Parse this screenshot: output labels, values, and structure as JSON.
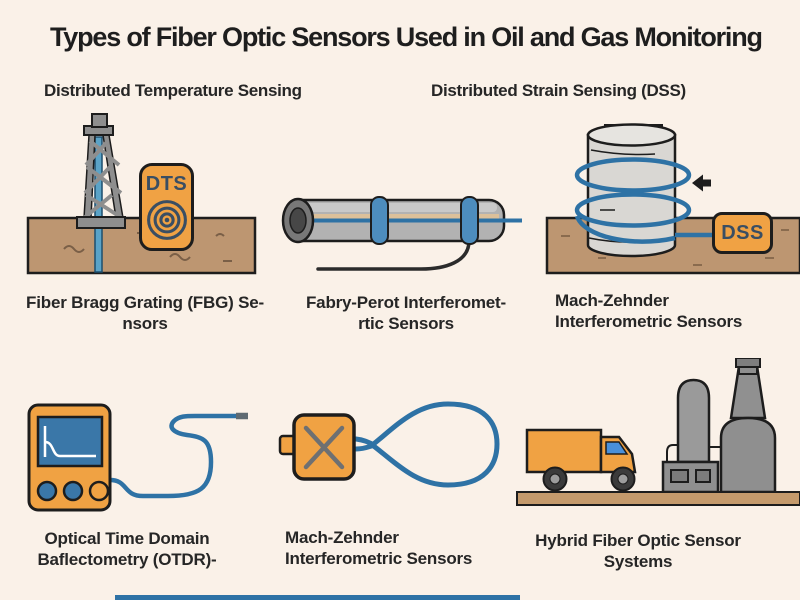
{
  "title": "Types of Fiber Optic Sensors Used in Oil and Gas Monitoring",
  "headings": {
    "dts": "Distributed Temperature Sensing",
    "dss": "Distributed Strain Sensing (DSS)"
  },
  "badges": {
    "dts": "DTS",
    "dss": "DSS"
  },
  "captions": {
    "fbg": {
      "line1": "Fiber Bragg Grating (FBG) Se-",
      "line2": "nsors"
    },
    "fabry_perot": {
      "line1": "Fabry-Perot Interferomet-",
      "line2": "rtic Sensors"
    },
    "mach_zehnder_top": {
      "line1": "Mach-Zehnder",
      "line2": "Interferometric Sensors"
    },
    "otdr": {
      "line1": "Optical Time Domain",
      "line2": "Baflectometry (OTDR)-"
    },
    "mach_zehnder_bottom": {
      "line1": "Mach-Zehnder",
      "line2": "Interferometric Sensors"
    },
    "hybrid": {
      "line1": "Hybrid Fiber Optic Sensor",
      "line2": "Systems"
    }
  },
  "illustrations": {
    "dts_scene": "oil-derrick-with-downhole-fiber",
    "fabry_perot_scene": "fiber-cable-segment-with-clamps",
    "dss_scene": "well-casing-with-fiber-coil",
    "otdr_scene": "otdr-handheld-device-with-fiber-cable",
    "mach_zehnder_scene": "coupler-box-with-fiber-loop",
    "hybrid_scene": "truck-and-refinery"
  },
  "palette": {
    "background": "#FAF1E8",
    "accent_orange": "#F0A244",
    "fiber_blue": "#2E72A5",
    "band_blue": "#4D8DBE",
    "soil_brown": "#BD9671",
    "ground_tan": "#C49A6C",
    "steel_gray": "#8E8E8E",
    "badge_text": "#3A4E63",
    "text_dark": "#1e1e1e",
    "outline_black": "#1d1d1d"
  }
}
